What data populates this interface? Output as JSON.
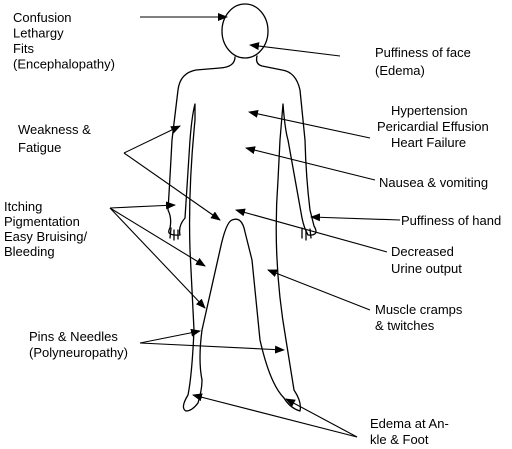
{
  "colors": {
    "ink": "#000000",
    "background": "#ffffff"
  },
  "labels": {
    "encephalopathy": [
      "Confusion",
      "Lethargy",
      "Fits",
      "(Encephalopathy)"
    ],
    "edema_face": [
      "Puffiness of face",
      "(Edema)"
    ],
    "weakness": [
      "Weakness &",
      "Fatigue"
    ],
    "cardiac": [
      "Hypertension",
      "Pericardial Effusion",
      "Heart Failure"
    ],
    "nausea": [
      "Nausea & vomiting"
    ],
    "skin": [
      "Itching",
      "Pigmentation",
      "Easy Bruising/",
      "Bleeding"
    ],
    "hand": [
      "Puffiness of hand"
    ],
    "urine": [
      "Decreased",
      "Urine output"
    ],
    "muscle": [
      "Muscle cramps",
      "& twitches"
    ],
    "neuropathy": [
      "Pins & Needles",
      "(Polyneuropathy)"
    ],
    "ankle": [
      "Edema at An-",
      "kle & Foot"
    ]
  }
}
